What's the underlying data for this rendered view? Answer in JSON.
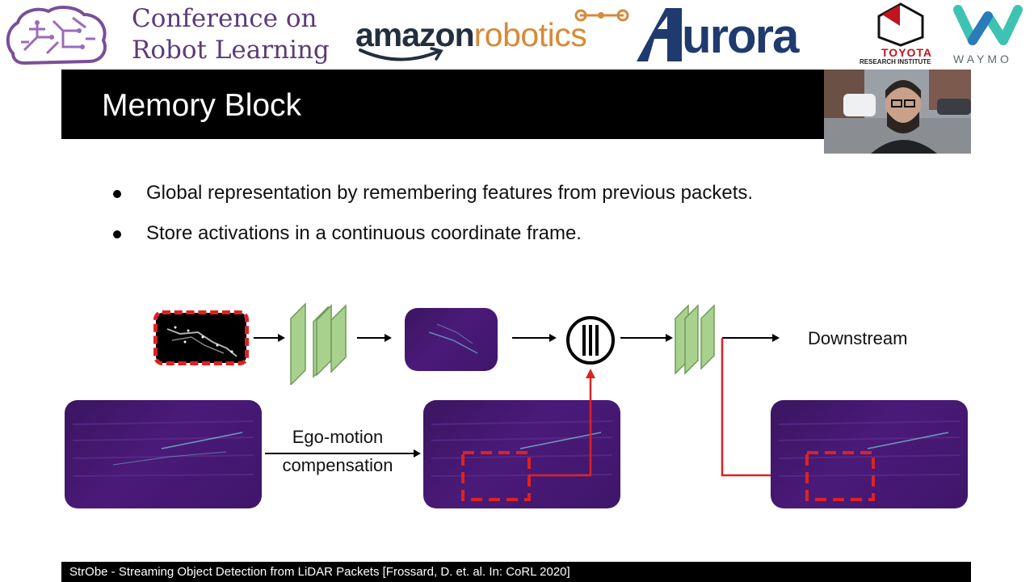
{
  "banner": {
    "corl_line1": "Conference on",
    "corl_line2": "Robot Learning",
    "amazon_word": "amazon",
    "robotics_word": "robotics",
    "aurora_word": "Aurora",
    "toyota_word": "TOYOTA",
    "tri_word": "RESEARCH INSTITUTE",
    "waymo_word": "WAYMO",
    "colors": {
      "corl": "#5b3b78",
      "amazon": "#232f3e",
      "robotics": "#d8893a",
      "aurora": "#1f3a6e",
      "toyota": "#c0151d",
      "waymo": "#3ec3b3"
    }
  },
  "slide": {
    "title": "Memory Block",
    "bullets": [
      "Global representation by remembering features from previous packets.",
      "Store activations in a continuous coordinate frame."
    ],
    "diagram": {
      "downstream_label": "Downstream",
      "ego_motion_line1": "Ego-motion",
      "ego_motion_line2": "compensation",
      "concat_symbol": "||",
      "colors": {
        "feature_map": "#44196f",
        "conv_block": "#a9d18e",
        "highlight": "#dd2222"
      }
    },
    "footer": "StrObe - Streaming Object Detection from LiDAR Packets [Frossard, D. et. al. In: CoRL 2020]"
  },
  "webcam": {
    "icon": "presenter-video"
  }
}
